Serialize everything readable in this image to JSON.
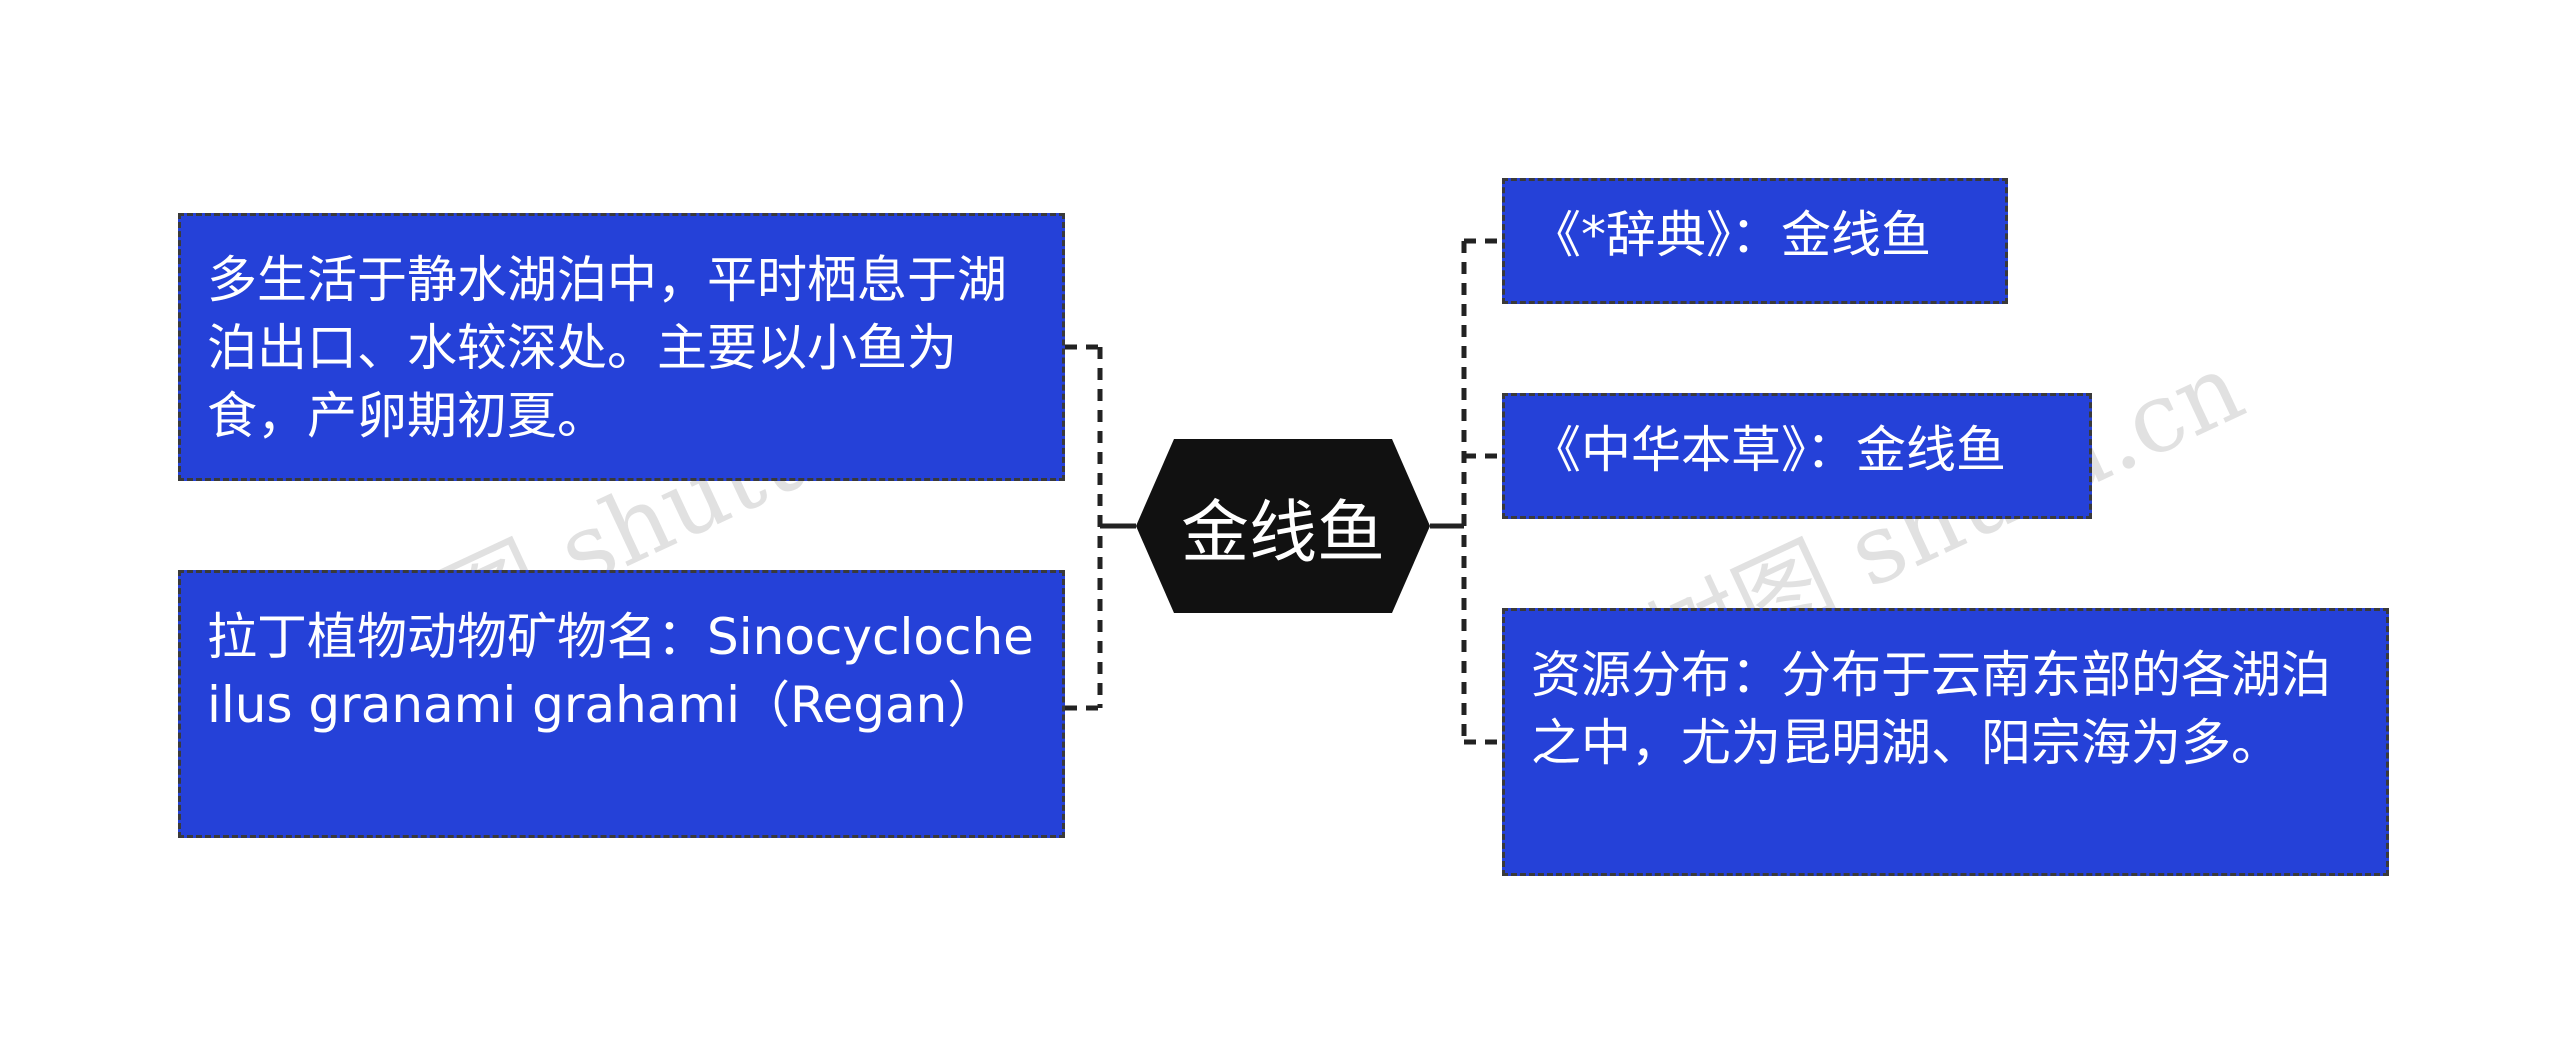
{
  "diagram": {
    "center": {
      "label": "金线鱼"
    },
    "left_nodes": [
      {
        "text": "多生活于静水湖泊中，平时栖息于湖泊出口、水较深处。主要以小鱼为食，产卵期初夏。"
      },
      {
        "text": "拉丁植物动物矿物名：Sinocyclocheilus granami grahami（Regan）"
      }
    ],
    "right_nodes": [
      {
        "text": "《*辞典》：金线鱼"
      },
      {
        "text": "《中华本草》：金线鱼"
      },
      {
        "text": "资源分布：分布于云南东部的各湖泊之中，尤为昆明湖、阳宗海为多。"
      }
    ]
  },
  "watermarks": [
    "树图 shutu.cn",
    "树图 shutu.cn"
  ],
  "colors": {
    "node_fill": "#2541d8",
    "center_fill": "#111111",
    "border": "#3a3a3a",
    "text": "#ffffff"
  }
}
